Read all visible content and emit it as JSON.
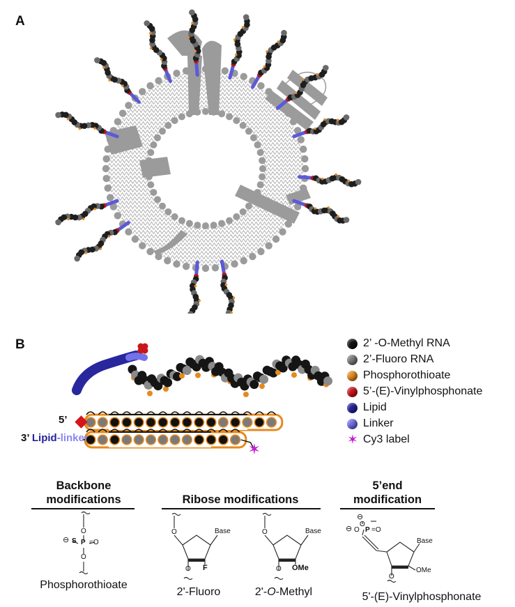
{
  "panel_a": {
    "label": "A"
  },
  "panel_b": {
    "label": "B",
    "strand_5_label": "5’",
    "strand_3_prefix": "3’",
    "strand_3_lipid": "Lipid",
    "strand_3_dash": "-",
    "strand_3_linker": "linker",
    "legend": [
      {
        "text": "2’ -O-Methyl RNA",
        "color": "#111111",
        "shape": "circle"
      },
      {
        "text": "2’-Fluoro RNA",
        "color": "#7a7a7a",
        "shape": "circle"
      },
      {
        "text": "Phosphorothioate",
        "color": "#e58a1f",
        "shape": "circle"
      },
      {
        "text": "5’-(E)-Vinylphosphonate",
        "color": "#c8161d",
        "shape": "circle"
      },
      {
        "text": "Lipid",
        "color": "#23229a",
        "shape": "circle"
      },
      {
        "text": "Linker",
        "color": "#6f6ee6",
        "shape": "circle"
      },
      {
        "text": "Cy3 label",
        "color": "#c41fd0",
        "shape": "star"
      }
    ],
    "sense_pattern": [
      "f",
      "f",
      "m",
      "m",
      "m",
      "m",
      "m",
      "m",
      "m",
      "m",
      "m",
      "f",
      "m",
      "f",
      "m",
      "f"
    ],
    "antisense_pattern": [
      "m",
      "f",
      "m",
      "f",
      "f",
      "f",
      "f",
      "f",
      "f",
      "m",
      "m",
      "m",
      "f"
    ],
    "backbone": {
      "heading_line1": "Backbone",
      "heading_line2": "modifications",
      "caption": "Phosphorothioate"
    },
    "ribose": {
      "heading": "Ribose modifications",
      "caption_fluoro": "2'-Fluoro",
      "caption_methyl_pre": "2'-",
      "caption_methyl_o": "O",
      "caption_methyl_post": "-Methyl"
    },
    "end5": {
      "heading_line1": "5’end",
      "heading_line2": "modification",
      "caption": "5'-(E)-Vinylphosphonate"
    },
    "chem_labels": {
      "base": "Base",
      "f": "F",
      "ome_bold": "OMe",
      "ome": "OMe",
      "o": "O",
      "p": "P",
      "s": "S",
      "minus": "⊖",
      "eq_o": "=O"
    }
  }
}
